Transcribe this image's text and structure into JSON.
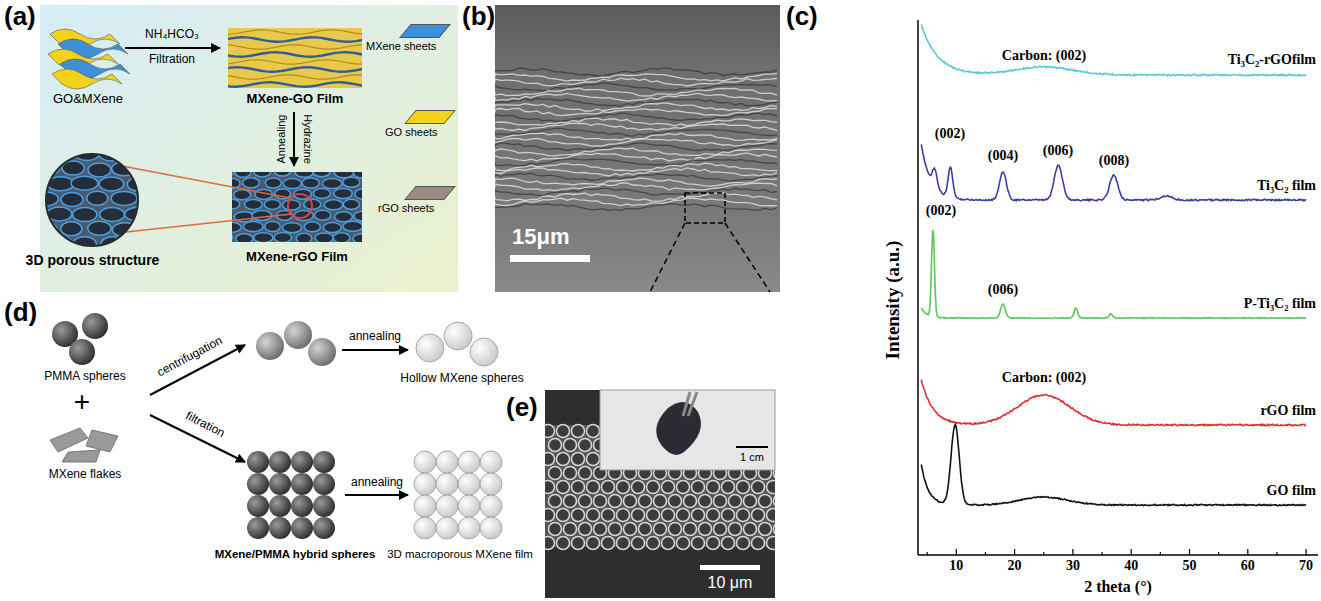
{
  "diagram": {
    "labels": [
      "(a)",
      "GO&MXene",
      "NH₄HCO₃",
      "Filtration",
      "MXene-GO Film",
      "Annealing",
      "Hydrazine",
      "MXene-rGO Film",
      "3D porous structure",
      "(b)",
      "15μm",
      "(c)",
      "Carbon: (002)",
      "Ti₃C₂-rGOfilm",
      "(002)",
      "(004)",
      "(006)",
      "(008)",
      "Ti₃C₂ film",
      "(002)",
      "(006)",
      "P-Ti₃C₂ film",
      "Carbon: (002)",
      "rGO film",
      "GO film",
      "Intensity (a.u.)",
      "10",
      "20",
      "30",
      "40",
      "50",
      "60",
      "70",
      "2 theta (°)",
      "(d)",
      "PMMA spheres",
      "+",
      "MXene flakes",
      "centrifugation",
      "annealing",
      "Hollow MXene spheres",
      "filtration",
      "MXene/PMMA hybrid spheres",
      "annealing",
      "3D macroporous MXene film",
      "(e)",
      "1 cm",
      "10 μm"
    ],
    "legend": [
      {
        "text": "MXene sheets",
        "color": "#3d8fd8"
      },
      {
        "text": "GO sheets",
        "color": "#f2d21a"
      },
      {
        "text": "rGO sheets",
        "color": "#9a8c84"
      }
    ]
  }
}
